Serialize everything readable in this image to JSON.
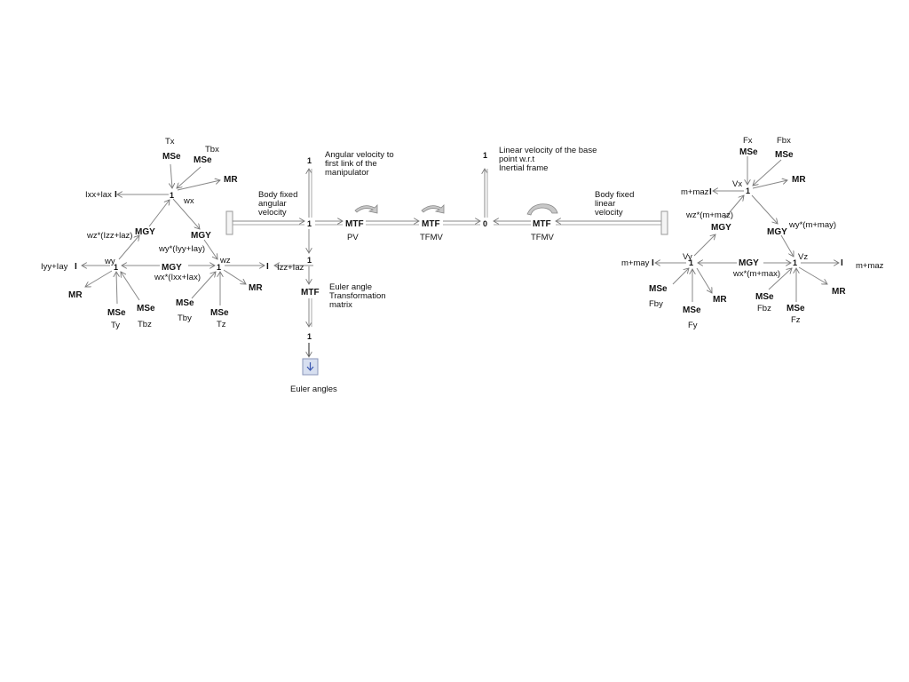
{
  "labels": {
    "tx": "Tx",
    "tbx": "Tbx",
    "mse_tx": "MSe",
    "mse_tbx": "MSe",
    "mr_tl": "MR",
    "j_wx": "1",
    "wx": "wx",
    "ixx_lax": "Ixx+lax",
    "ixx_i": "I",
    "mgy_l1": "MGY",
    "mgy_l2": "MGY",
    "mgy_l3": "MGY",
    "wz_izz": "wz*(Izz+laz)",
    "wy_iyy": "wy*(Iyy+Iay)",
    "wx_ixx": "wx*(Ixx+Iax)",
    "wy": "wy",
    "j_wy": "1",
    "iyy_lay": "Iyy+Iay",
    "iyy_i": "I",
    "mr_ll": "MR",
    "mse_ty": "MSe",
    "ty": "Ty",
    "mse_tbz": "MSe",
    "tbz": "Tbz",
    "wz": "wz",
    "j_wz": "1",
    "izz_i": "I",
    "mr_lr": "MR",
    "mse_tby": "MSe",
    "tby": "Tby",
    "mse_tz": "MSe",
    "tz": "Tz",
    "body_ang": "Body fixed\nangular\nvelocity",
    "j_top": "1",
    "ang_vel_first": "Angular velocity  to\nfirst link of the\nmanipulator",
    "j_center": "1",
    "mtf_pv": "MTF",
    "pv": "PV",
    "mtf_tfmv1": "MTF",
    "tfmv1": "TFMV",
    "zero": "0",
    "mtf_tfmv2": "MTF",
    "tfmv2": "TFMV",
    "j_lin_top": "1",
    "lin_vel_base": "Linear velocity of the base\n point w.r.t\nInertial frame",
    "body_lin": "Body fixed\nlinear\nvelocity",
    "izz_laz": "Izz+Iaz",
    "j_below": "1",
    "mtf_euler": "MTF",
    "euler_tm": "Euler angle\nTransformation\nmatrix",
    "j_euler": "1",
    "euler_angles": "Euler angles",
    "fx": "Fx",
    "fbx": "Fbx",
    "mse_fx": "MSe",
    "mse_fbx": "MSe",
    "mr_tr": "MR",
    "m_maz_top": "m+maz",
    "i_top": "I",
    "vx": "Vx",
    "j_vx": "1",
    "wz_m_maz": "wz*(m+maz)",
    "wy_m_may": "wy*(m+may)",
    "mgy_r1": "MGY",
    "mgy_r2": "MGY",
    "mgy_r3": "MGY",
    "m_may": "m+may",
    "i_vy": "I",
    "vy": "Vy",
    "j_vy": "1",
    "wx_m_max": "wx*(m+max)",
    "vz": "Vz",
    "j_vz": "1",
    "i_vz": "I",
    "m_maz_r": "m+maz",
    "mse_fby": "MSe",
    "fby": "Fby",
    "mse_fy": "MSe",
    "fy": "Fy",
    "mr_rb": "MR",
    "mse_fbz": "MSe",
    "fbz": "Fbz",
    "mse_fz": "MSe",
    "fz": "Fz",
    "mr_rr": "MR"
  },
  "icons": {
    "sink": "down-arrow-icon",
    "curl": "curved-arrow-icon"
  },
  "colors": {
    "line": "#888888",
    "text": "#111111",
    "sink_fill": "#d7dff0",
    "sink_arrow": "#3a56b0"
  }
}
